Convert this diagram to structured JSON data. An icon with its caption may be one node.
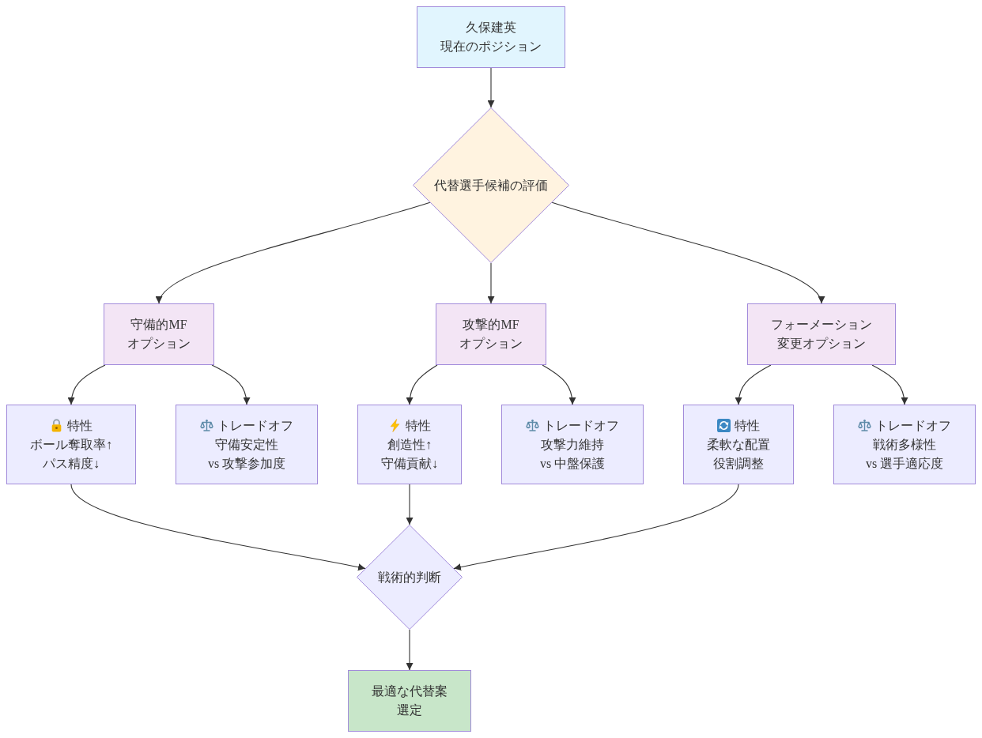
{
  "diagram": {
    "nodes": [
      {
        "text": [
          "久保建英現在のポジション"
        ]
      },
      {
        "text": [
          "代替選手候補の評価"
        ]
      },
      {
        "text": [
          "守備的MF オプション"
        ]
      },
      {
        "text": [
          "攻撃的MF オプション"
        ]
      },
      {
        "text": [
          "フォーメーション変更オプション"
        ]
      },
      {
        "text": [
          "特性",
          "ボール奪取率↑ パス精度↓"
        ]
      },
      {
        "text": [
          "トレードオフ",
          "守備安定性 vs 攻撃参加度"
        ]
      },
      {
        "text": [
          "特性",
          "創造性↑ 守備貢献↓"
        ]
      },
      {
        "text": [
          "トレードオフ",
          "攻撃力維持 vs 中盤保護"
        ]
      },
      {
        "text": [
          "特性",
          "柔軟な配置役割調整"
        ]
      },
      {
        "text": [
          "トレードオフ",
          "戦術多様性 vs 選手適応度"
        ]
      },
      {
        "text": [
          "戦術的判断"
        ]
      },
      {
        "text": [
          "最適な代替案選定"
        ]
      }
    ],
    "edges": [
      {
        "from": 0,
        "to": 1,
        "arrow": "to"
      },
      {
        "from": 1,
        "to": 2,
        "arrow": "to"
      },
      {
        "from": 1,
        "to": 3,
        "arrow": "to"
      },
      {
        "from": 1,
        "to": 4,
        "arrow": "to"
      },
      {
        "from": 2,
        "to": 5,
        "arrow": "to"
      },
      {
        "from": 2,
        "to": 6,
        "arrow": "to"
      },
      {
        "from": 3,
        "to": 7,
        "arrow": "to"
      },
      {
        "from": 3,
        "to": 8,
        "arrow": "to"
      },
      {
        "from": 4,
        "to": 9,
        "arrow": "to"
      },
      {
        "from": 4,
        "to": 10,
        "arrow": "to"
      },
      {
        "from": 5,
        "to": 11,
        "arrow": "to"
      },
      {
        "from": 7,
        "to": 11,
        "arrow": "to"
      },
      {
        "from": 9,
        "to": 11,
        "arrow": "to"
      },
      {
        "from": 11,
        "to": 12,
        "arrow": "to"
      }
    ]
  }
}
